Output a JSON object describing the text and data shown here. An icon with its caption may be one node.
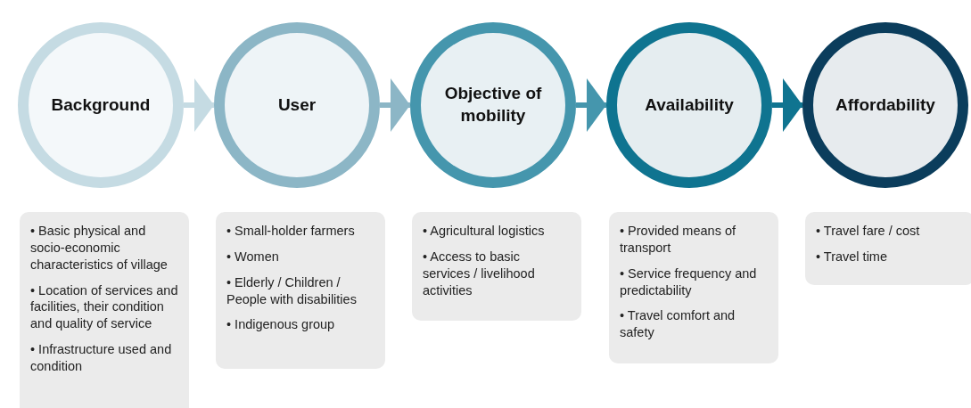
{
  "diagram": {
    "nodes": [
      {
        "text": [
          "Background"
        ]
      },
      {
        "text": [
          "User"
        ]
      },
      {
        "text": [
          "Objective of mobility"
        ]
      },
      {
        "text": [
          "Availability"
        ]
      },
      {
        "text": [
          "Affordability"
        ]
      },
      {
        "text": [
          "• Basic physical and socio-economic characteristics of village",
          "• Location of services and facilities, their condition and quality of service",
          "• Infrastructure used and condition"
        ]
      },
      {
        "text": [
          "• Small-holder farmers",
          "• Women",
          "• Elderly / Children / People with disabilities",
          "• Indigenous group"
        ]
      },
      {
        "text": [
          "• Agricultural logistics",
          "• Access to basic services / livelihood activities"
        ]
      },
      {
        "text": [
          "• Provided means of transport",
          "• Service frequency and predictability",
          "• Travel comfort and safety"
        ]
      },
      {
        "text": [
          "• Travel fare / cost",
          "• Travel time"
        ]
      }
    ],
    "edges": [
      {
        "from": 0,
        "to": 1,
        "arrow": "to",
        "color": "#c5dbe3"
      },
      {
        "from": 1,
        "to": 2,
        "arrow": "to",
        "color": "#8cb6c6"
      },
      {
        "from": 2,
        "to": 3,
        "arrow": "to",
        "color": "#4596ad"
      },
      {
        "from": 3,
        "to": 4,
        "arrow": "to",
        "color": "#0f7490"
      }
    ]
  }
}
